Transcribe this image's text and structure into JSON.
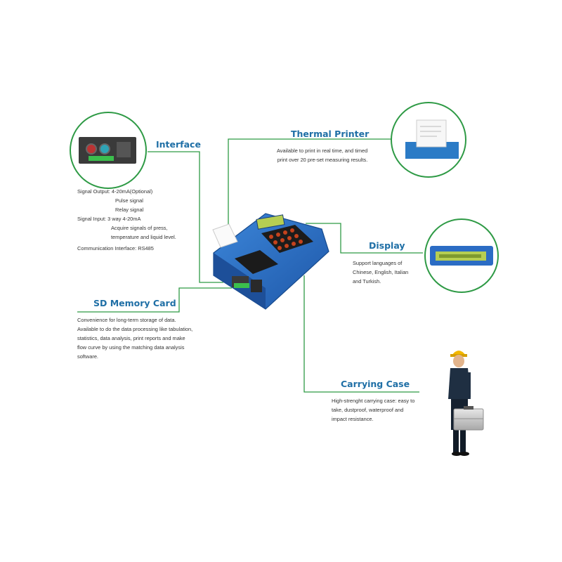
{
  "colors": {
    "leader": "#2e9a45",
    "title": "#1f6fa6",
    "device_blue": "#2b6cc4",
    "text": "#333333"
  },
  "features": {
    "interface": {
      "title": "Interface",
      "lines": [
        "Signal Output: 4-20mA(Optional)",
        "Pulse signal",
        "Relay signal",
        "Signal Input: 3 way 4-20mA",
        "Acquire signals of press,",
        "temperature and liquid level.",
        "Communication Interface: RS485"
      ]
    },
    "thermal_printer": {
      "title": "Thermal Printer",
      "lines": [
        "Available to print in real time, and timed",
        "print over 20 pre-set measuring results."
      ]
    },
    "display": {
      "title": "Display",
      "lines": [
        "Support languages of",
        "Chinese, English, Italian",
        "and Turkish."
      ]
    },
    "sd_memory_card": {
      "title": "SD Memory Card",
      "lines": [
        "Convenience for long-term storage of data.",
        "Available to do the data processing like tabulation,",
        "statistics, data analysis, print reports and make",
        "flow curve by using the matching data analysis",
        "software."
      ]
    },
    "carrying_case": {
      "title": "Carrying Case",
      "lines": [
        "High-strenght carrying case: easy to",
        "take, dustproof, waterproof and",
        "impact resistance."
      ]
    }
  }
}
